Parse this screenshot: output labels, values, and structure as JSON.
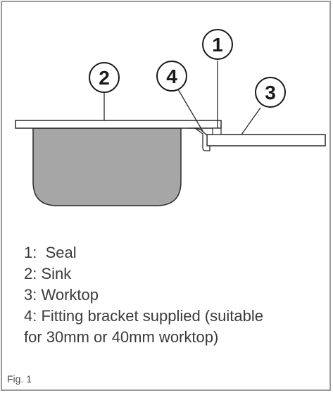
{
  "callouts": [
    "1",
    "2",
    "3",
    "4"
  ],
  "legend": {
    "items": [
      "1:  Seal",
      "2: Sink",
      "3: Worktop",
      "4: Fitting bracket supplied (suitable",
      "for 30mm or 40mm worktop)"
    ]
  },
  "figure_label": "Fig. 1",
  "colors": {
    "sink_fill": "#a6a6a6",
    "outline": "#2a2a2a",
    "frame": "#9a9a9a"
  }
}
